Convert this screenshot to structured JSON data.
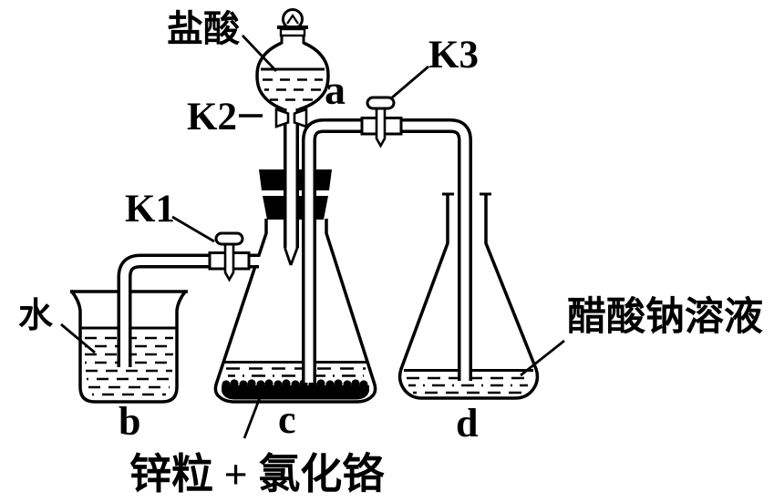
{
  "diagram": {
    "background_color": "#ffffff",
    "ink_color": "#000000",
    "apparatus": {
      "separating_funnel": {
        "reagent_label": "盐酸",
        "letter": "a"
      },
      "stopcocks": {
        "k1_label": "K1",
        "k2_label": "K2",
        "k3_label": "K3"
      },
      "beaker": {
        "reagent_label": "水",
        "letter": "b"
      },
      "reaction_flask": {
        "letter": "c",
        "contents_label": "锌粒 + 氯化铬"
      },
      "collection_flask": {
        "letter": "d",
        "reagent_label": "醋酸钠溶液"
      }
    }
  }
}
